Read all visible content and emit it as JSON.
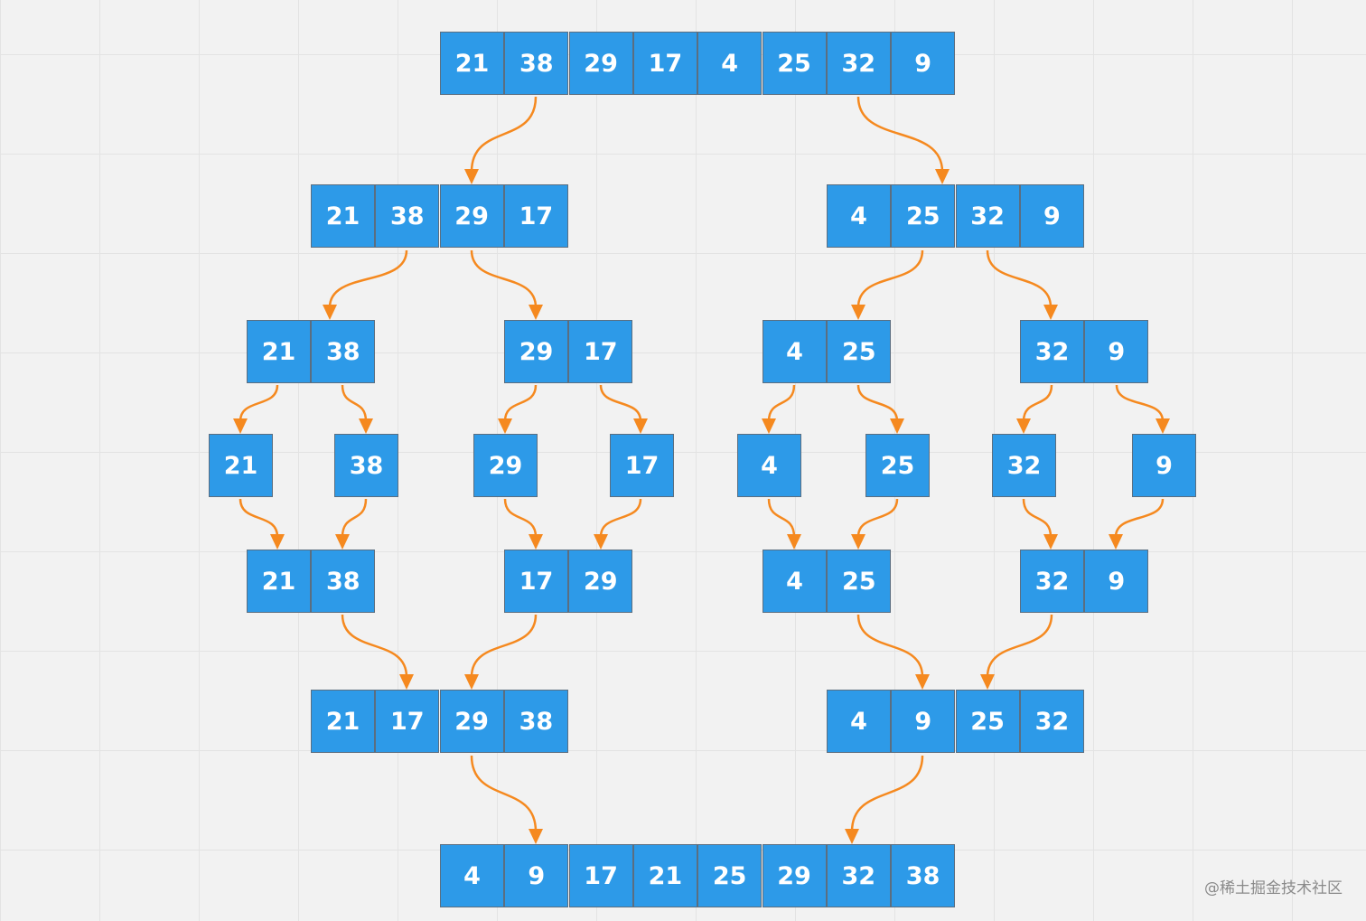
{
  "rows": [
    [
      {
        "values": [
          "21",
          "38",
          "29",
          "17",
          "4",
          "25",
          "32",
          "9"
        ]
      }
    ],
    [
      {
        "values": [
          "21",
          "38",
          "29",
          "17"
        ]
      },
      {
        "values": [
          "4",
          "25",
          "32",
          "9"
        ]
      }
    ],
    [
      {
        "values": [
          "21",
          "38"
        ]
      },
      {
        "values": [
          "29",
          "17"
        ]
      },
      {
        "values": [
          "4",
          "25"
        ]
      },
      {
        "values": [
          "32",
          "9"
        ]
      }
    ],
    [
      {
        "values": [
          "21"
        ]
      },
      {
        "values": [
          "38"
        ]
      },
      {
        "values": [
          "29"
        ]
      },
      {
        "values": [
          "17"
        ]
      },
      {
        "values": [
          "4"
        ]
      },
      {
        "values": [
          "25"
        ]
      },
      {
        "values": [
          "32"
        ]
      },
      {
        "values": [
          "9"
        ]
      }
    ],
    [
      {
        "values": [
          "21",
          "38"
        ]
      },
      {
        "values": [
          "17",
          "29"
        ]
      },
      {
        "values": [
          "4",
          "25"
        ]
      },
      {
        "values": [
          "32",
          "9"
        ]
      }
    ],
    [
      {
        "values": [
          "21",
          "17",
          "29",
          "38"
        ]
      },
      {
        "values": [
          "4",
          "9",
          "25",
          "32"
        ]
      }
    ],
    [
      {
        "values": [
          "4",
          "9",
          "17",
          "21",
          "25",
          "29",
          "32",
          "38"
        ]
      }
    ]
  ],
  "colors": {
    "cell_fill": "#2d9ae8",
    "cell_border": "#5b6e80",
    "arrow": "#f5891f",
    "background": "#f2f2f2"
  },
  "watermark": "@稀土掘金技术社区"
}
